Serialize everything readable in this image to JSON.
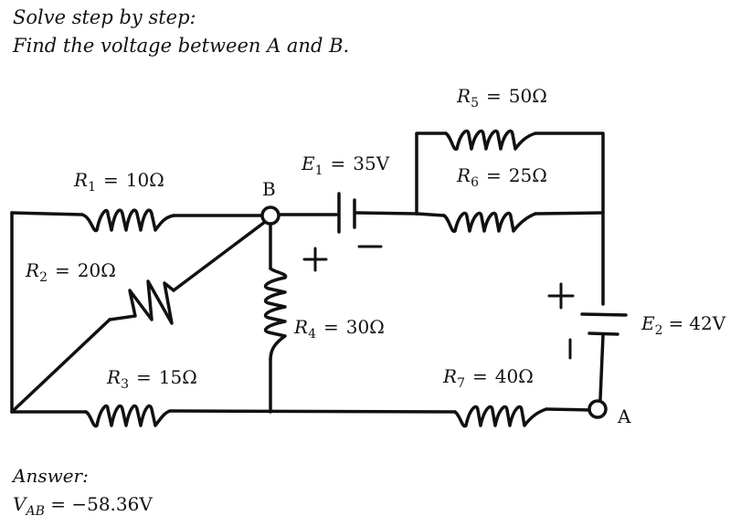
{
  "problem": {
    "line1": "Solve step by step:",
    "line2": "Find the voltage between A and B."
  },
  "components": {
    "r1": {
      "symbol": "R",
      "sub": "1",
      "value": "10Ω"
    },
    "r2": {
      "symbol": "R",
      "sub": "2",
      "value": "20Ω"
    },
    "r3": {
      "symbol": "R",
      "sub": "3",
      "value": "15Ω"
    },
    "r4": {
      "symbol": "R",
      "sub": "4",
      "value": "30Ω"
    },
    "r5": {
      "symbol": "R",
      "sub": "5",
      "value": "50Ω"
    },
    "r6": {
      "symbol": "R",
      "sub": "6",
      "value": "25Ω"
    },
    "r7": {
      "symbol": "R",
      "sub": "7",
      "value": "40Ω"
    },
    "e1": {
      "symbol": "E",
      "sub": "1",
      "value": "35V"
    },
    "e2": {
      "symbol": "E",
      "sub": "2",
      "value": "42V"
    }
  },
  "nodes": {
    "a": "A",
    "b": "B"
  },
  "equals": "=",
  "answer": {
    "heading": "Answer:",
    "symbol": "V",
    "sub": "AB",
    "value": "−58.36V"
  }
}
